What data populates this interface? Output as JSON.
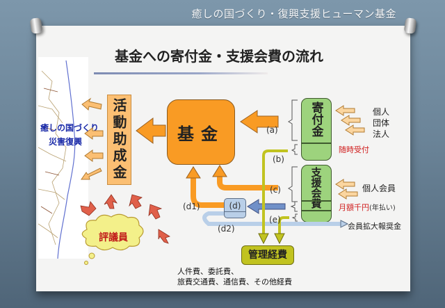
{
  "header": {
    "brand": "癒しの国づくり・復興支援ヒューマン基金"
  },
  "slide": {
    "title": "基金への寄付金・支援会費の流れ",
    "map_labels": [
      "癒しの国づくり",
      "災害復興"
    ],
    "activity_grant": "活動助成金",
    "fund": "基金",
    "donation_box": "寄付金",
    "support_fee_box": "支援会費",
    "donation_sources": [
      "個人",
      "団体",
      "法人"
    ],
    "donation_note": "随時受付",
    "support_sources": [
      "個人会員"
    ],
    "support_note": "月額千円",
    "support_note_sub": "(年払い)",
    "flow_labels": {
      "a": "(a)",
      "b": "(b)",
      "c": "(c)",
      "d": "(d)",
      "d1": "(d1)",
      "d2": "(d2)",
      "e": "(e)"
    },
    "member_reward": "会員拡大報奨金",
    "admin_cost": "管理経費",
    "admin_cost_items": [
      "人件費、委託費、",
      "旅費交通費、通信費、その他経費"
    ],
    "council": "評議員"
  },
  "colors": {
    "fund_orange": "#f99b24",
    "grant_orange": "#fbbf73",
    "green": "#9dd37d",
    "admin_olive": "#c1c320",
    "d_blue": "#b9cfe8",
    "council_red": "#e0604a",
    "council_cloud": "#f3f08a",
    "map_text_blue": "#1a2aa8",
    "note_red": "#d02020"
  }
}
